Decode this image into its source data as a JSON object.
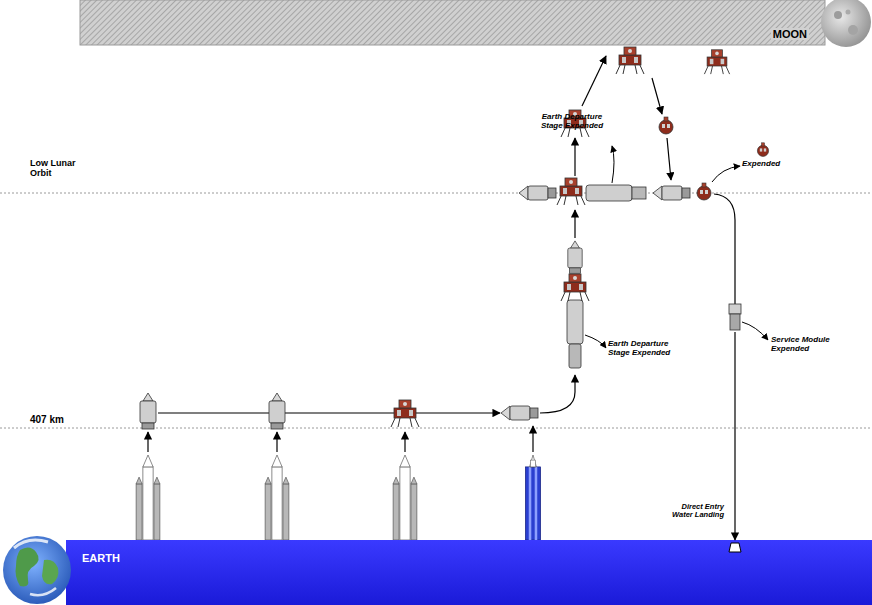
{
  "diagram": {
    "nodes": [
      {
        "text": [
          "MOON"
        ]
      },
      {
        "text": [
          "EARTH"
        ]
      }
    ],
    "labels": [
      "Low Lunar Orbit",
      "407 km",
      "Earth Departure Stage Expended",
      "Expended",
      "Earth Departure Stage Expended",
      "Service Module Expended",
      "Direct Entry Water Landing"
    ]
  }
}
